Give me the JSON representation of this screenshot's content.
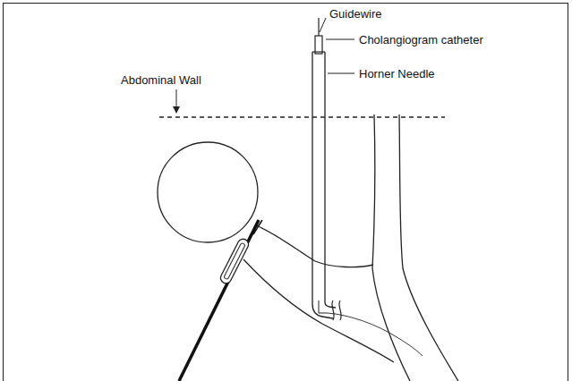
{
  "diagram": {
    "labels": [
      "Guidewire",
      "Cholangiogram catheter",
      "Abdominal Wall",
      "Horner Needle"
    ]
  }
}
